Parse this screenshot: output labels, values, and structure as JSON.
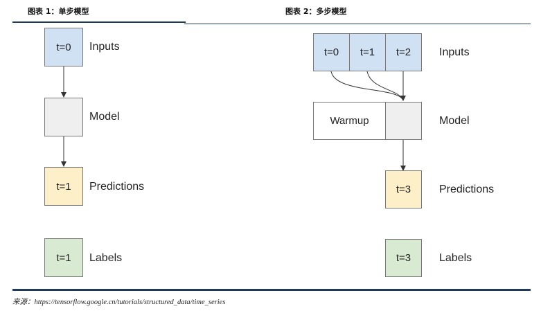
{
  "figure1": {
    "title": "图表 1：单步模型",
    "inputs_box": "t=0",
    "predictions_box": "t=1",
    "labels_box": "t=1",
    "row_labels": {
      "inputs": "Inputs",
      "model": "Model",
      "predictions": "Predictions",
      "labels": "Labels"
    }
  },
  "figure2": {
    "title": "图表 2：多步模型",
    "inputs_boxes": [
      "t=0",
      "t=1",
      "t=2"
    ],
    "warmup_box": "Warmup",
    "predictions_box": "t=3",
    "labels_box": "t=3",
    "row_labels": {
      "inputs": "Inputs",
      "model": "Model",
      "predictions": "Predictions",
      "labels": "Labels"
    }
  },
  "colors": {
    "input": "#d0e1f3",
    "model": "#efefef",
    "prediction": "#fdf0c8",
    "label": "#d9ead3",
    "rule": "#1f3a5a"
  },
  "source": "来源：https://tensorflow.google.cn/tutorials/structured_data/time_series"
}
